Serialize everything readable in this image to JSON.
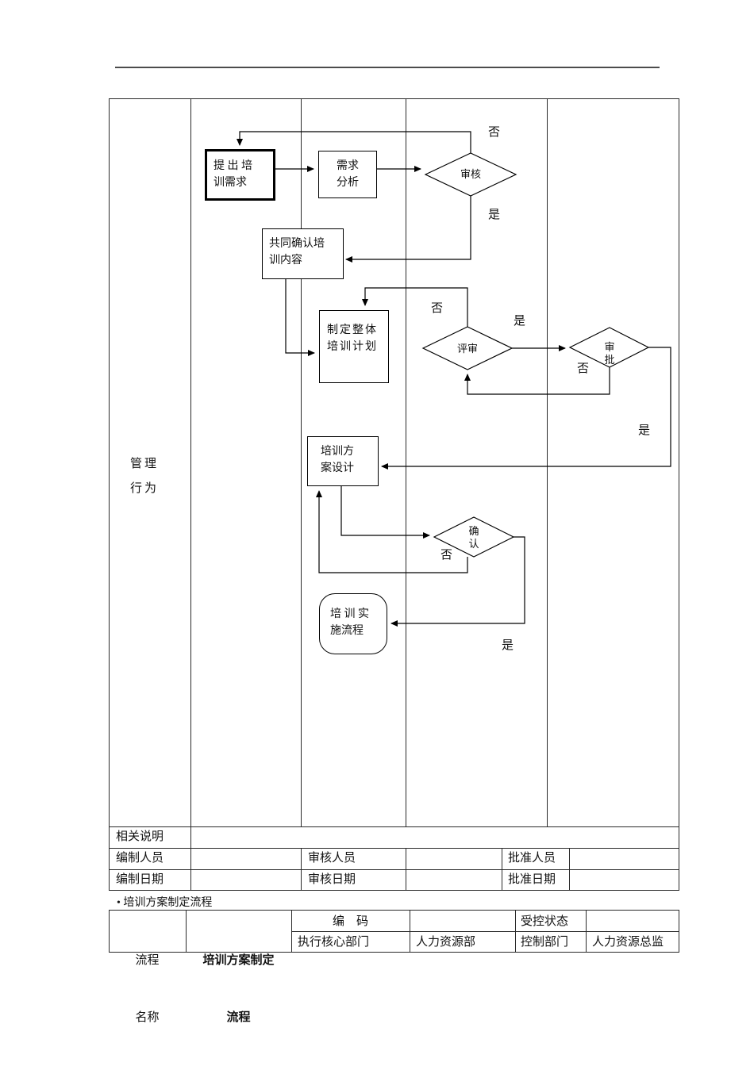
{
  "flowchart": {
    "lane_label": {
      "line1": "管理",
      "line2": "行为"
    },
    "nodes": {
      "start": {
        "line1": "提 出 培",
        "line2": "训需求"
      },
      "needs_analysis": {
        "line1": "需求",
        "line2": "分析"
      },
      "confirm_content": {
        "line1": "共同确认培",
        "line2": "训内容"
      },
      "overall_plan": {
        "line1": "制定整体",
        "line2": "培训计划"
      },
      "scheme_design": {
        "line1": "培训方",
        "line2": "案设计"
      },
      "implementation": {
        "line1": "培 训 实",
        "line2": "施流程"
      }
    },
    "decisions": {
      "review": "审核",
      "evaluate": "评审",
      "approve": {
        "line1": "审",
        "line2": "批"
      },
      "confirm": {
        "line1": "确",
        "line2": "认"
      }
    },
    "edge_labels": {
      "no1": "否",
      "yes1": "是",
      "no2": "否",
      "yes2": "是",
      "no3": "否",
      "yes3": "是",
      "no4": "否",
      "yes4": "是"
    }
  },
  "info_table": {
    "note_label": "相关说明",
    "rows": [
      {
        "l1": "编制人员",
        "v1": "",
        "l2": "审核人员",
        "v2": "",
        "l3": "批准人员",
        "v3": ""
      },
      {
        "l1": "编制日期",
        "v1": "",
        "l2": "审核日期",
        "v2": "",
        "l3": "批准日期",
        "v3": ""
      }
    ]
  },
  "footer": {
    "bullet": "•",
    "section_title": "培训方案制定流程",
    "table": {
      "name_label": {
        "line1": "流程",
        "line2": "名称"
      },
      "name_value": {
        "line1": "培训方案制定",
        "line2": "流程"
      },
      "code_label": "编　码",
      "code_value": "",
      "status_label": "受控状态",
      "status_value": "",
      "exec_label": "执行核心部门",
      "exec_value": "人力资源部",
      "control_label": "控制部门",
      "control_value": "人力资源总监"
    }
  },
  "colors": {
    "table_line": "#2a2a2a",
    "flow_line": "#000000",
    "rule": "#4c4c4c"
  }
}
